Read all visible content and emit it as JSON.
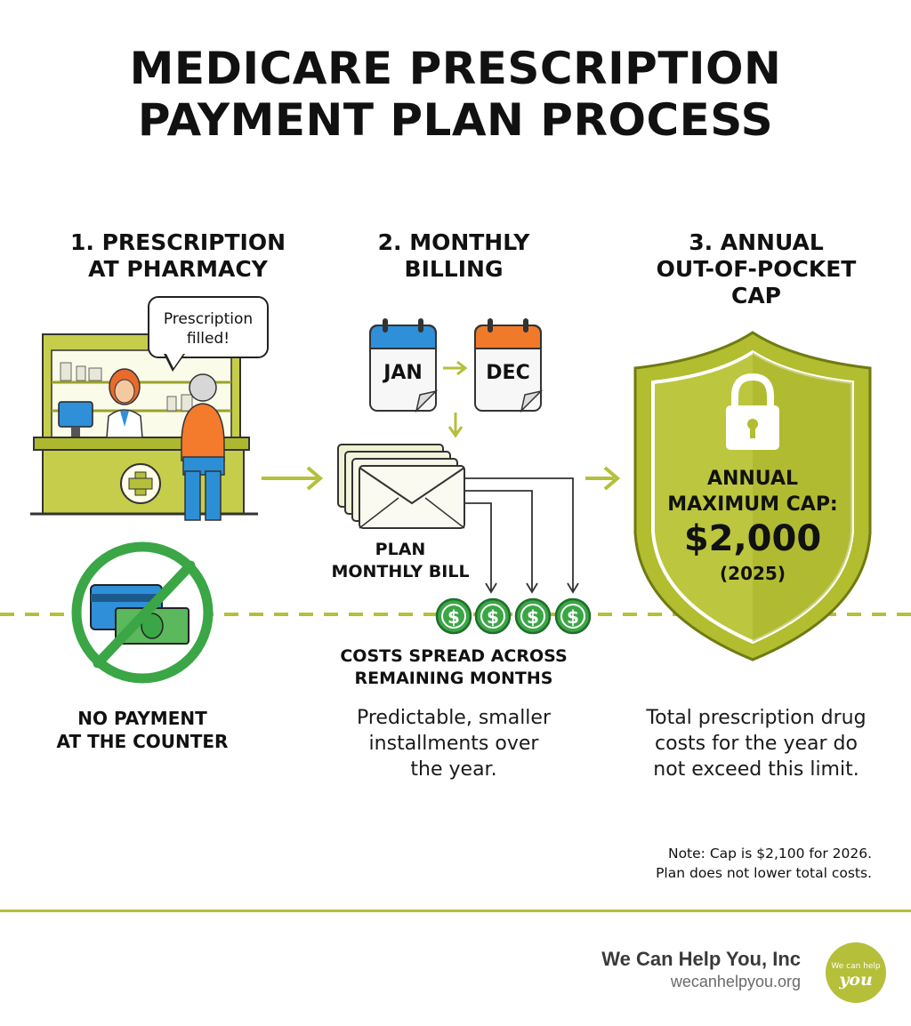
{
  "title": "MEDICARE PRESCRIPTION\nPAYMENT PLAN PROCESS",
  "steps": [
    {
      "title": "1. PRESCRIPTION\nAT PHARMACY",
      "bubble": "Prescription\nfilled!",
      "caption": "NO PAYMENT\nAT THE COUNTER"
    },
    {
      "title": "2. MONTHLY\nBILLING",
      "calendar_start": "JAN",
      "calendar_end": "DEC",
      "bill_label": "PLAN\nMONTHLY BILL",
      "coins_label": "COSTS SPREAD ACROSS\nREMAINING MONTHS",
      "caption": "Predictable, smaller\ninstallments over\nthe year."
    },
    {
      "title": "3. ANNUAL\nOUT-OF-POCKET\nCAP",
      "shield_line1": "ANNUAL",
      "shield_line2": "MAXIMUM CAP:",
      "shield_amount": "$2,000",
      "shield_year": "(2025)",
      "caption": "Total prescription drug\ncosts for the year do\nnot exceed this limit."
    }
  ],
  "note": "Note: Cap is $2,100 for 2026.\nPlan does not lower total costs.",
  "brand": {
    "name": "We Can Help You, Inc",
    "url": "wecanhelpyou.org",
    "logo_line1": "We can help",
    "logo_line2": "you"
  },
  "coin_symbol": "$",
  "colors": {
    "accent": "#b5bf3a",
    "shield": "#b2bd2f",
    "green": "#3aa645",
    "calendar_blue": "#2f8fd8",
    "calendar_orange": "#f07a2a",
    "person_orange": "#f47a2c",
    "person_blue": "#2c8fd6"
  },
  "icons": [
    "pharmacy-counter-icon",
    "pharmacist-icon",
    "customer-icon",
    "no-payment-icon",
    "calendar-icon",
    "envelope-icon",
    "dollar-coin-icon",
    "lock-icon",
    "shield-icon"
  ]
}
